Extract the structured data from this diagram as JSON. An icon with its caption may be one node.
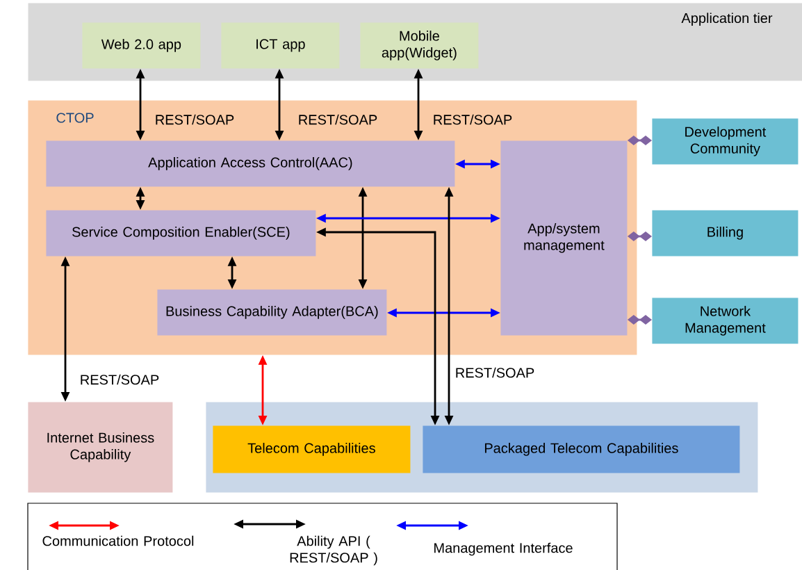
{
  "diagram": {
    "nodes": [
      {
        "text": [
          "Application tier"
        ]
      },
      {
        "text": [
          "Web 2.0 app"
        ],
        "in": 0
      },
      {
        "text": [
          "ICT app"
        ],
        "in": 0
      },
      {
        "text": [
          "Mobile app(Widget)"
        ],
        "in": 0
      },
      {
        "text": [
          "CTOP"
        ]
      },
      {
        "text": [
          "Application Access Control(AAC)"
        ],
        "in": 4
      },
      {
        "text": [
          "Service Composition Enabler(SCE)"
        ],
        "in": 4
      },
      {
        "text": [
          "Business Capability Adapter(BCA)"
        ],
        "in": 4
      },
      {
        "text": [
          "App/system management"
        ],
        "in": 4
      },
      {
        "text": [
          "Development Community"
        ]
      },
      {
        "text": [
          "Billing"
        ]
      },
      {
        "text": [
          "Network Management"
        ]
      },
      {
        "text": [
          "Internet Business Capability"
        ]
      },
      {
        "text": [],
        "shape": "box"
      },
      {
        "text": [
          "Telecom Capabilities"
        ],
        "in": 13
      },
      {
        "text": [
          "Packaged Telecom Capabilities"
        ],
        "in": 13
      }
    ],
    "edges": [
      {
        "from": 1,
        "to": 5,
        "arrow": "both",
        "label": "REST/SOAP"
      },
      {
        "from": 2,
        "to": 5,
        "arrow": "both",
        "label": "REST/SOAP"
      },
      {
        "from": 3,
        "to": 5,
        "arrow": "both",
        "label": "REST/SOAP"
      },
      {
        "from": 5,
        "to": 8,
        "arrow": "both",
        "color": "#0000ff"
      },
      {
        "from": 5,
        "to": 6,
        "arrow": "both"
      },
      {
        "from": 6,
        "to": 12,
        "arrow": "both",
        "label": "REST/SOAP"
      },
      {
        "from": 6,
        "to": 7,
        "arrow": "both"
      },
      {
        "from": 5,
        "to": 7,
        "arrow": "both"
      },
      {
        "from": 6,
        "to": 8,
        "arrow": "both",
        "color": "#0000ff"
      },
      {
        "from": 7,
        "to": 8,
        "arrow": "both",
        "color": "#0000ff"
      },
      {
        "from": 8,
        "to": 9,
        "arrow": "other",
        "color": "#8064a2"
      },
      {
        "from": 8,
        "to": 10,
        "arrow": "other",
        "color": "#8064a2"
      },
      {
        "from": 8,
        "to": 11,
        "arrow": "other",
        "color": "#8064a2"
      },
      {
        "from": 4,
        "to": 14,
        "arrow": "both",
        "color": "#ff0000"
      },
      {
        "from": 6,
        "to": 15,
        "arrow": "both"
      },
      {
        "from": 5,
        "to": 15,
        "arrow": "both",
        "label": "REST/SOAP"
      }
    ],
    "legend": [
      {
        "text": "Communication Protocol"
      },
      {
        "text": "Ability API ( REST/SOAP )"
      },
      {
        "text": "Management Interface"
      }
    ]
  }
}
